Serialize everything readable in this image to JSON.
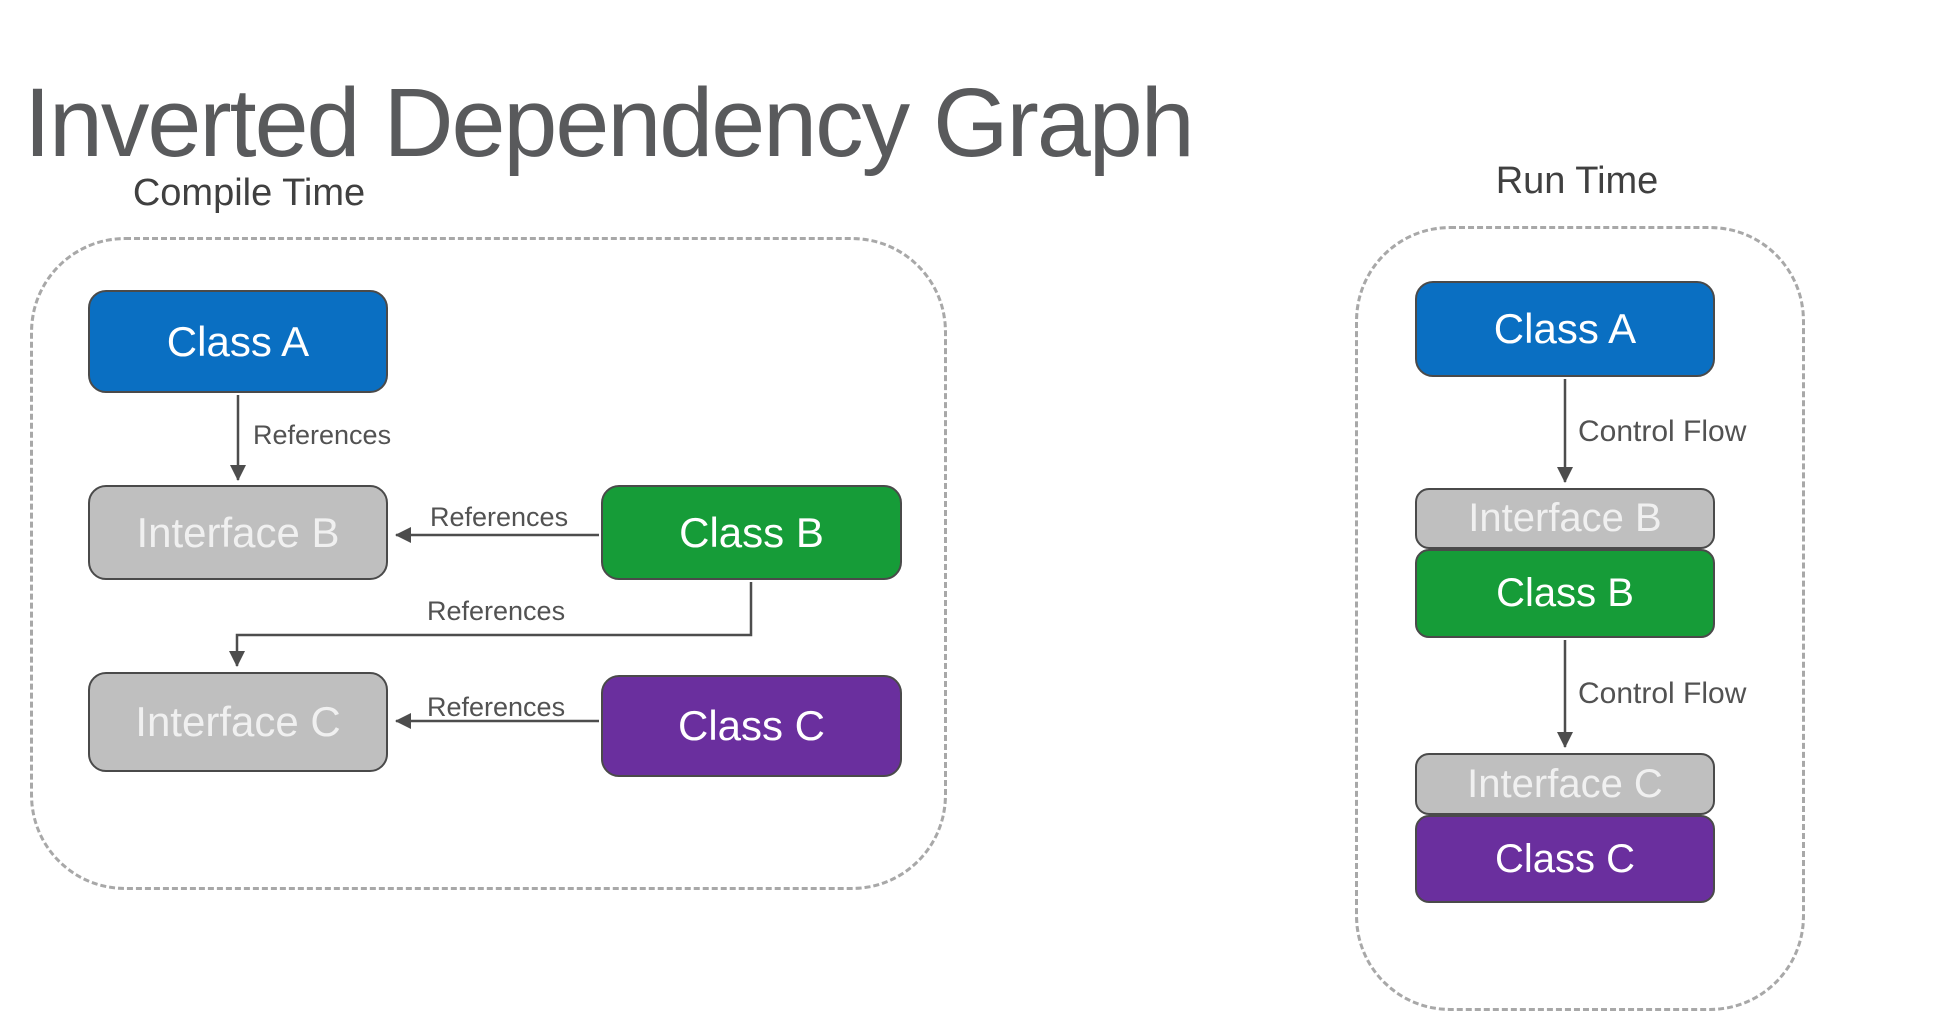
{
  "title": "Inverted Dependency Graph",
  "colors": {
    "class-blue": "#0A6FC2",
    "class-green": "#169C38",
    "class-purple": "#6A2F9E",
    "interface-gray": "#BFBFBF",
    "node-border": "#4A4A4A",
    "line": "#4D4D4D",
    "dashed-border": "#A8A8A8",
    "title-text": "#595A5C",
    "label-text": "#404040",
    "edge-label-text": "#525252",
    "interface-text": "#F0F0F0",
    "class-text": "#FFFFFF"
  },
  "compile_time": {
    "section_label": "Compile Time",
    "nodes": {
      "class_a": "Class A",
      "interface_b": "Interface B",
      "class_b": "Class B",
      "interface_c": "Interface C",
      "class_c": "Class C"
    },
    "edges": {
      "a_to_ib": "References",
      "b_to_ib": "References",
      "b_to_ic": "References",
      "c_to_ic": "References"
    }
  },
  "run_time": {
    "section_label": "Run Time",
    "nodes": {
      "class_a": "Class A",
      "interface_b": "Interface B",
      "class_b": "Class B",
      "interface_c": "Interface C",
      "class_c": "Class C"
    },
    "edges": {
      "a_to_b": "Control Flow",
      "b_to_c": "Control Flow"
    }
  }
}
